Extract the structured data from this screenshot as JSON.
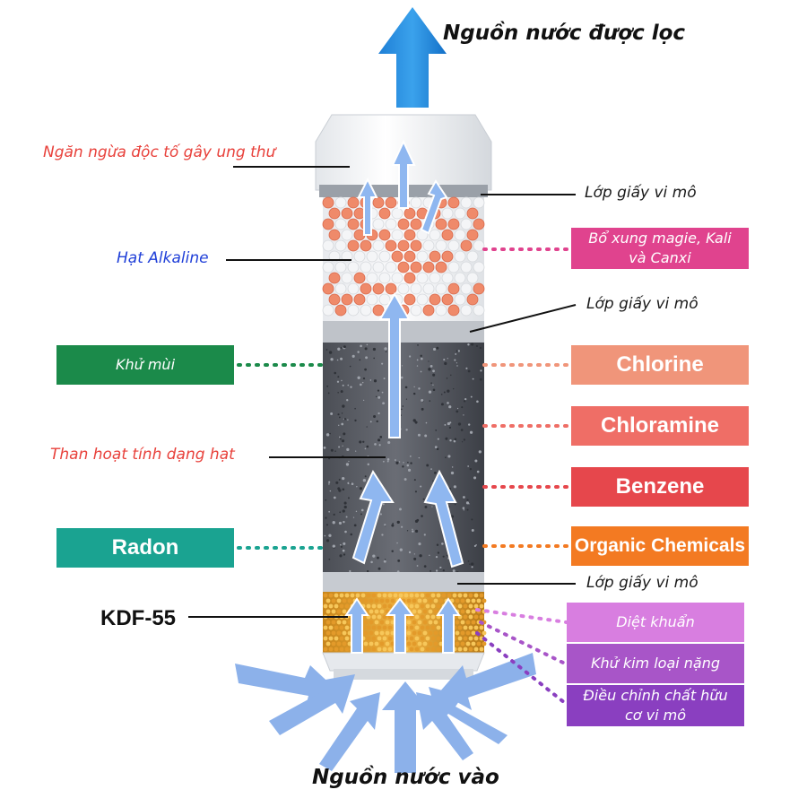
{
  "top_output": "Nguồn nước được lọc",
  "bottom_input": "Nguồn nước vào",
  "left_labels": {
    "cancer": "Ngăn ngừa độc tố gây ung thư",
    "alkaline": "Hạt Alkaline",
    "charcoal": "Than hoạt tính dạng hạt",
    "kdf": "KDF-55"
  },
  "right_labels": {
    "paper_top": "Lớp giấy vi mô",
    "paper_mid": "Lớp giấy vi mô",
    "paper_bottom": "Lớp giấy vi mô"
  },
  "left_boxes": {
    "odor": {
      "label": "Khử mùi",
      "color": "#1b8a4a"
    },
    "radon": {
      "label": "Radon",
      "color": "#1aa391"
    }
  },
  "right_boxes": {
    "minerals": {
      "line1": "Bổ xung magie, Kali",
      "line2": "và Canxi",
      "color": "#e0438e"
    },
    "chlorine": {
      "label": "Chlorine",
      "color": "#f0957a"
    },
    "chloramine": {
      "label": "Chloramine",
      "color": "#ef6e66"
    },
    "benzene": {
      "label": "Benzene",
      "color": "#e6474c"
    },
    "organic": {
      "label": "Organic Chemicals",
      "color": "#f37a22"
    },
    "bacteria": {
      "label": "Diệt khuẩn",
      "color": "#d87ee0"
    },
    "heavy_metal": {
      "label": "Khử kim loại nặng",
      "color": "#a855c8"
    },
    "micro_organic": {
      "line1": "Điều chỉnh chất hữu",
      "line2": "cơ vi mô",
      "color": "#8a3fc0"
    }
  }
}
